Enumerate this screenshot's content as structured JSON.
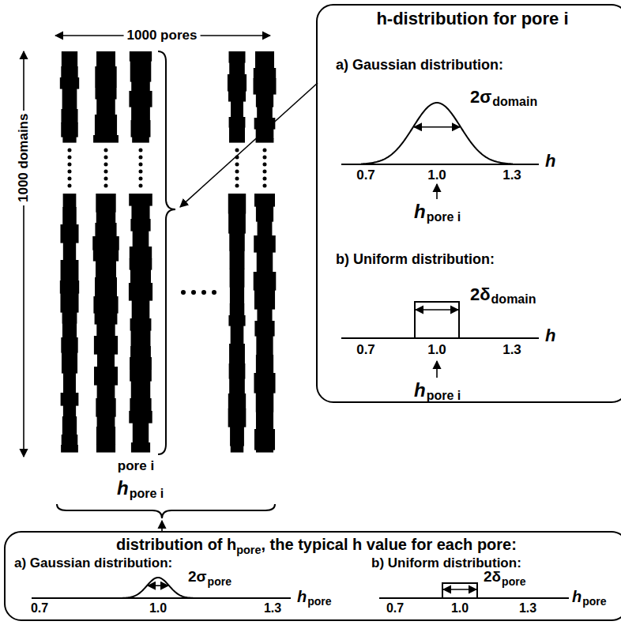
{
  "diagram": {
    "nodes": [
      {
        "text": [
          "h-distribution for pore i"
        ]
      },
      {
        "text": [
          "distribution of h",
          "pore",
          ", the typical h value for each pore:"
        ]
      }
    ],
    "labels": [
      "1000 pores",
      "1000 domains",
      "pore i",
      "h",
      "pore i",
      "a) Gaussian distribution:",
      "2σ",
      "domain",
      "0.7",
      "1.0",
      "1.3",
      "h",
      "h",
      "pore i",
      "b) Uniform distribution:",
      "2δ",
      "domain",
      "0.7",
      "1.0",
      "1.3",
      "h",
      "h",
      "pore i",
      "a) Gaussian distribution:",
      "2σ",
      "pore",
      "0.7",
      "1.0",
      "1.3",
      "h",
      "pore",
      "b) Uniform distribution:",
      "2δ",
      "pore",
      "0.7",
      "1.0",
      "1.3",
      "h",
      "pore"
    ]
  }
}
